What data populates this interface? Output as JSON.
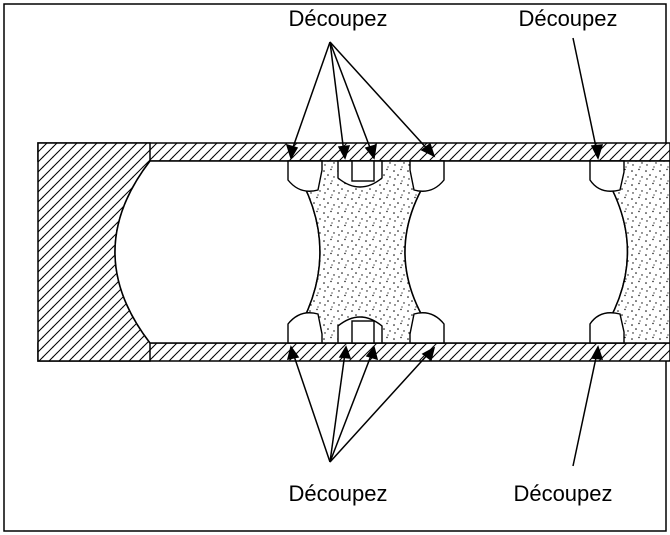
{
  "labels": {
    "top_left": "Découpez",
    "top_right": "Découpez",
    "bottom_left": "Découpez",
    "bottom_right": "Découpez"
  },
  "colors": {
    "ink": "#000000",
    "paper": "#ffffff"
  }
}
